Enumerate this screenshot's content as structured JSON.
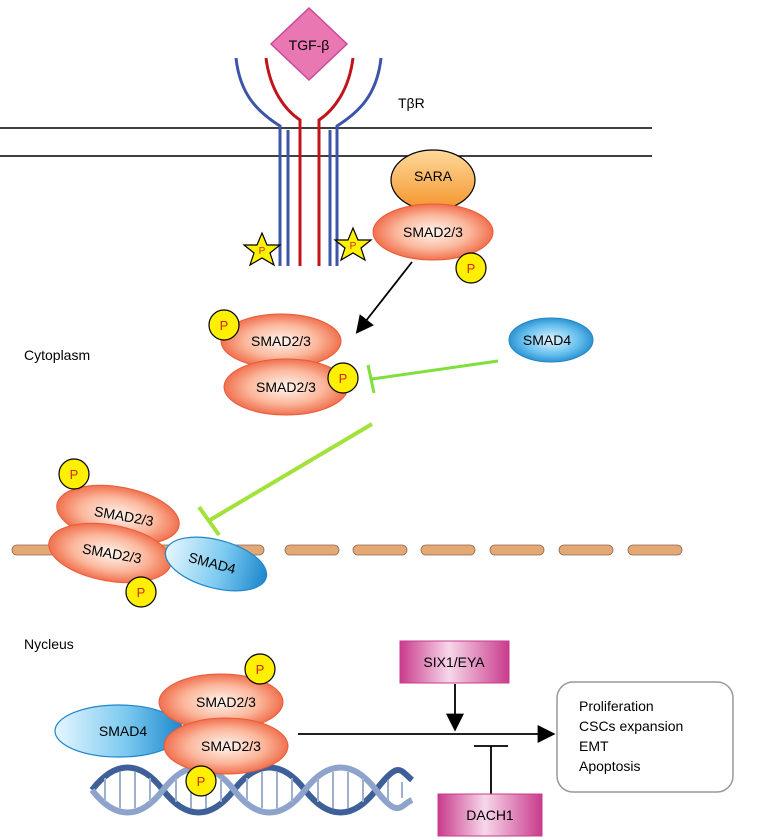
{
  "labels": {
    "tgf_beta": "TGF-β",
    "tbr": "TβR",
    "sara": "SARA",
    "smad23": "SMAD2/3",
    "smad4": "SMAD4",
    "p": "P",
    "cytoplasm": "Cytoplasm",
    "nucleus": "Nycleus",
    "six1_eya": "SIX1/EYA",
    "dach1": "DACH1"
  },
  "outcomes": [
    "Proliferation",
    "CSCs expansion",
    "EMT",
    "Apoptosis"
  ],
  "colors": {
    "smad_orange": "#f47b5a",
    "smad4_blue": "#2f9bd8",
    "phospho_yellow": "#ffef00",
    "inhibit_green": "#99e23a",
    "receptor_blue": "#3d55a8",
    "receptor_red": "#c0141a",
    "ligand_pink": "#e978b2",
    "sara_orange": "#f6a43a",
    "factor_magenta": "#d2459a",
    "nuclear_membrane": "#e4a874"
  }
}
